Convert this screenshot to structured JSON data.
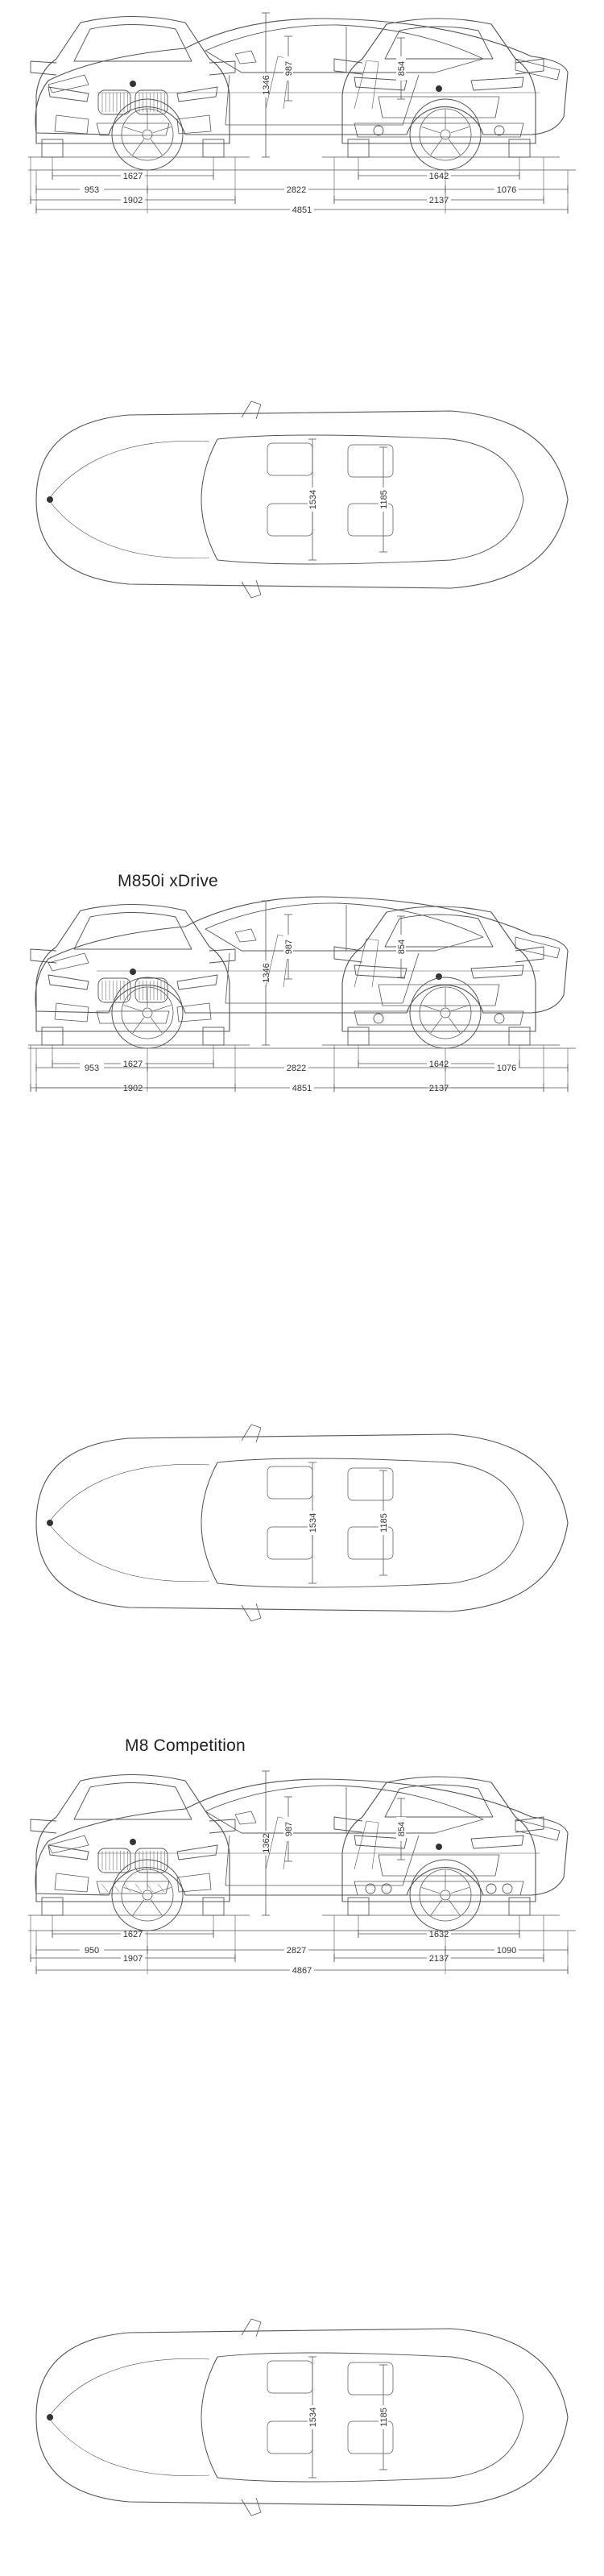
{
  "models": [
    {
      "heading": "",
      "front": {
        "track": "1627",
        "width": "1902",
        "height": "1346"
      },
      "rear": {
        "track": "1642",
        "width": "2137"
      },
      "side": {
        "overhang_front": "953",
        "wheelbase": "2822",
        "overhang_rear": "1076",
        "length": "4851",
        "headroom_front": "987",
        "headroom_rear": "854"
      },
      "top": {
        "shoulder_front": "1534",
        "shoulder_rear": "1185"
      }
    },
    {
      "heading": "M850i xDrive",
      "front": {
        "track": "1627",
        "width": "1902",
        "height": "1346"
      },
      "rear": {
        "track": "1642",
        "width": "2137"
      },
      "side": {
        "overhang_front": "953",
        "wheelbase": "2822",
        "overhang_rear": "1076",
        "length": "4851",
        "headroom_front": "987",
        "headroom_rear": "854"
      },
      "top": {
        "shoulder_front": "1534",
        "shoulder_rear": "1185"
      }
    },
    {
      "heading": "M8 Competition",
      "front": {
        "track": "1627",
        "width": "1907",
        "height": "1362"
      },
      "rear": {
        "track": "1632",
        "width": "2137"
      },
      "side": {
        "overhang_front": "950",
        "wheelbase": "2827",
        "overhang_rear": "1090",
        "length": "4867",
        "headroom_front": "987",
        "headroom_rear": "854"
      },
      "top": {
        "shoulder_front": "1534",
        "shoulder_rear": "1185"
      }
    }
  ]
}
